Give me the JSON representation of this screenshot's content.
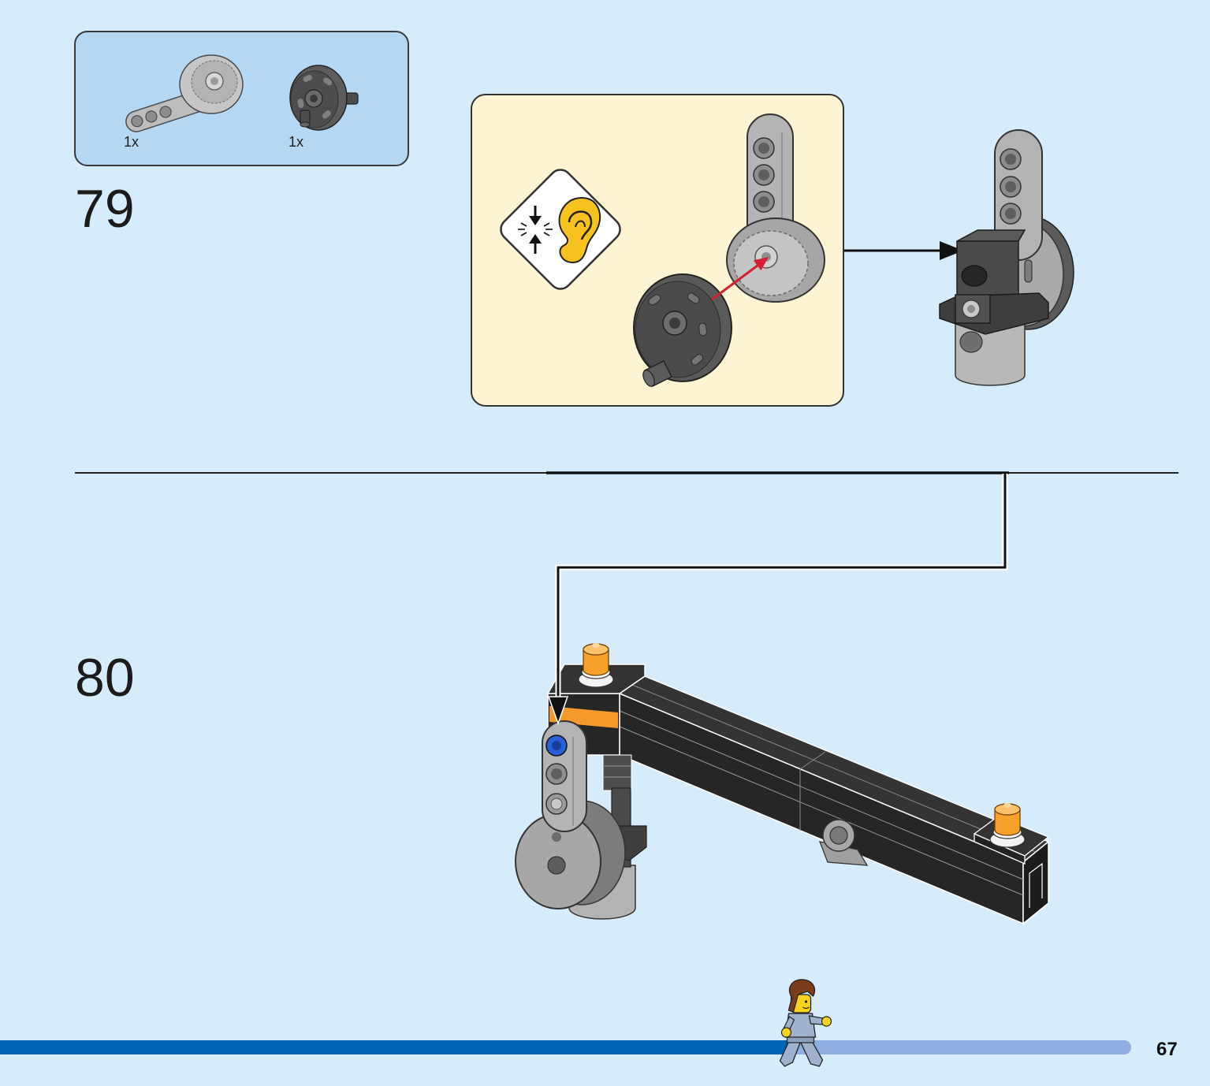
{
  "page_number": "67",
  "progress": 0.7,
  "colors": {
    "background": "#d7ecfb",
    "parts_box": "#b4d7f4",
    "callout_box": "#fef4d3",
    "insert_arrow": "#d42030",
    "light_orange": "#f7a02c",
    "stripe_orange": "#f59a2a",
    "lever_gray": "#b4b4b4",
    "dark_gray": "#5a5a5a",
    "progress_fill": "#0064b2",
    "progress_track": "#8eaedf"
  },
  "steps": [
    {
      "number": "79",
      "parts_list": [
        {
          "quantity": "1x",
          "icon": "lever-gear-part-icon",
          "color": "#c6c6c6"
        },
        {
          "quantity": "1x",
          "icon": "gear-disc-part-icon",
          "color": "#5c5c5c"
        }
      ],
      "callout": {
        "icon": "click-sound-icon"
      }
    },
    {
      "number": "80"
    }
  ]
}
